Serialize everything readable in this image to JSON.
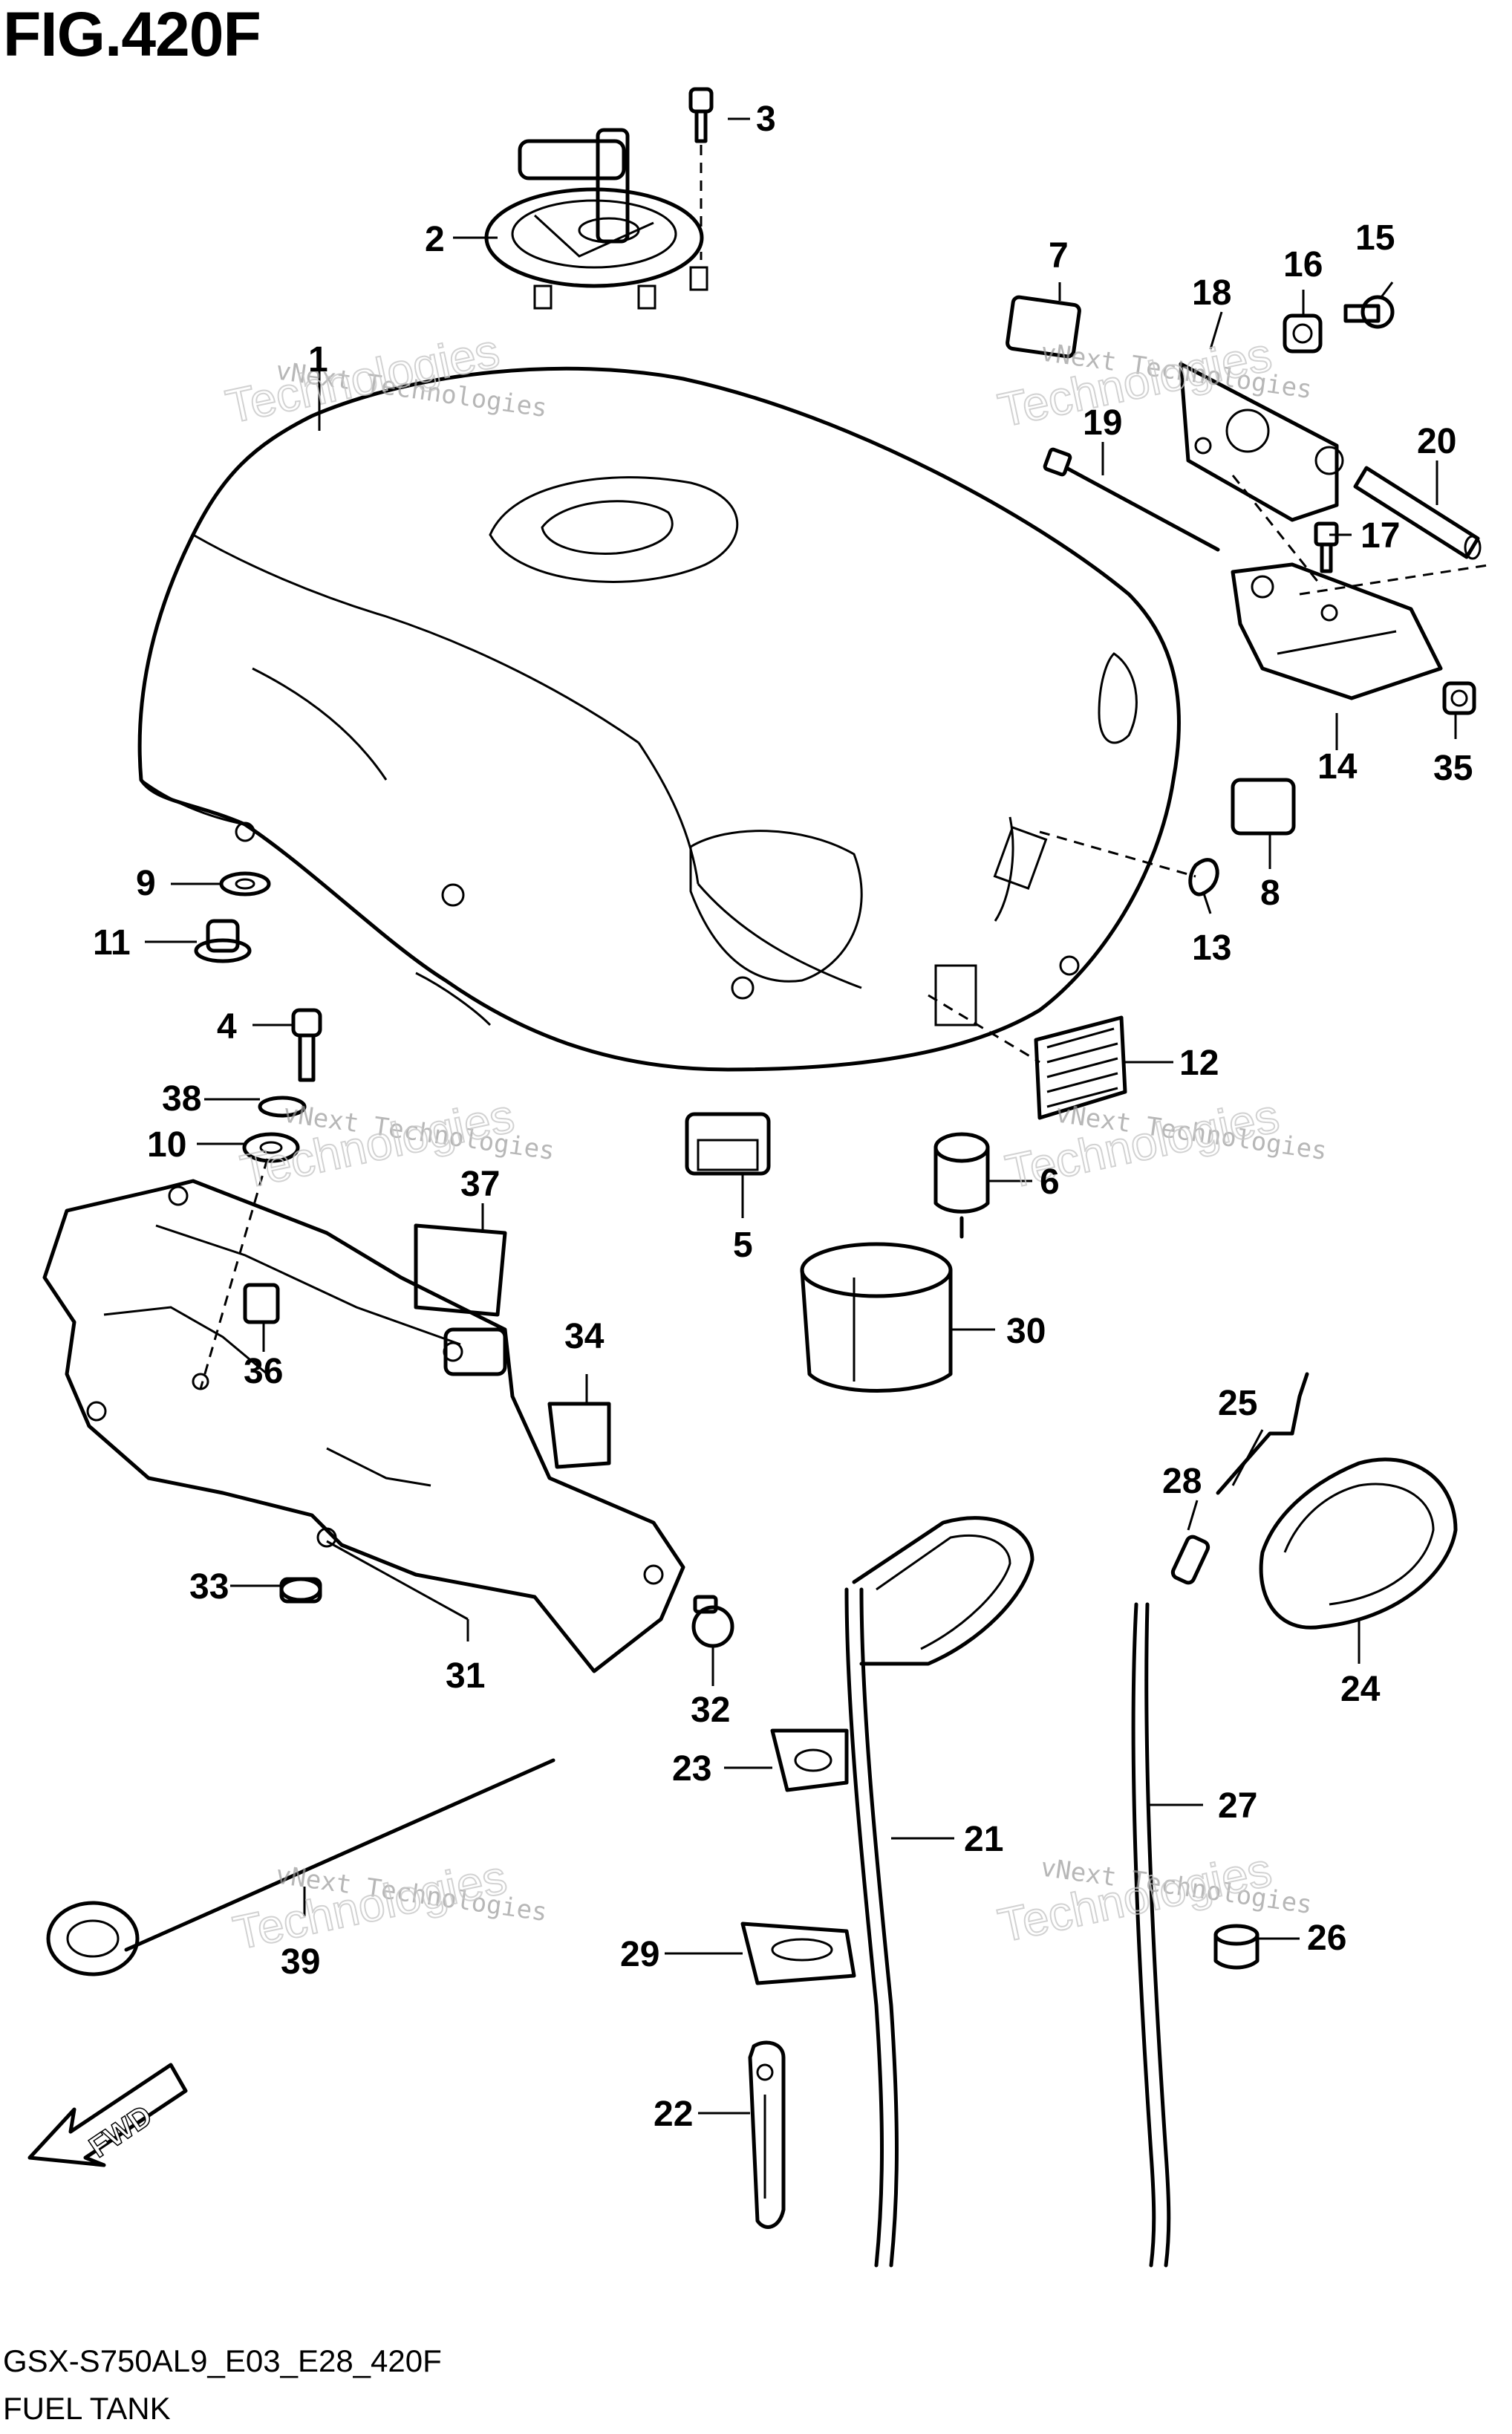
{
  "figure": {
    "title": "FIG.420F",
    "model_code": "GSX-S750AL9_E03_E28_420F",
    "caption": "FUEL TANK"
  },
  "callouts": [
    "1",
    "2",
    "3",
    "4",
    "5",
    "6",
    "7",
    "8",
    "9",
    "10",
    "11",
    "12",
    "13",
    "14",
    "15",
    "16",
    "17",
    "18",
    "19",
    "20",
    "21",
    "22",
    "23",
    "24",
    "25",
    "26",
    "27",
    "28",
    "29",
    "30",
    "31",
    "32",
    "33",
    "34",
    "35",
    "36",
    "37",
    "38",
    "39"
  ],
  "watermark": {
    "line1": "vNext Technologies",
    "line2": "Technologies"
  },
  "direction_marker": "FWD"
}
